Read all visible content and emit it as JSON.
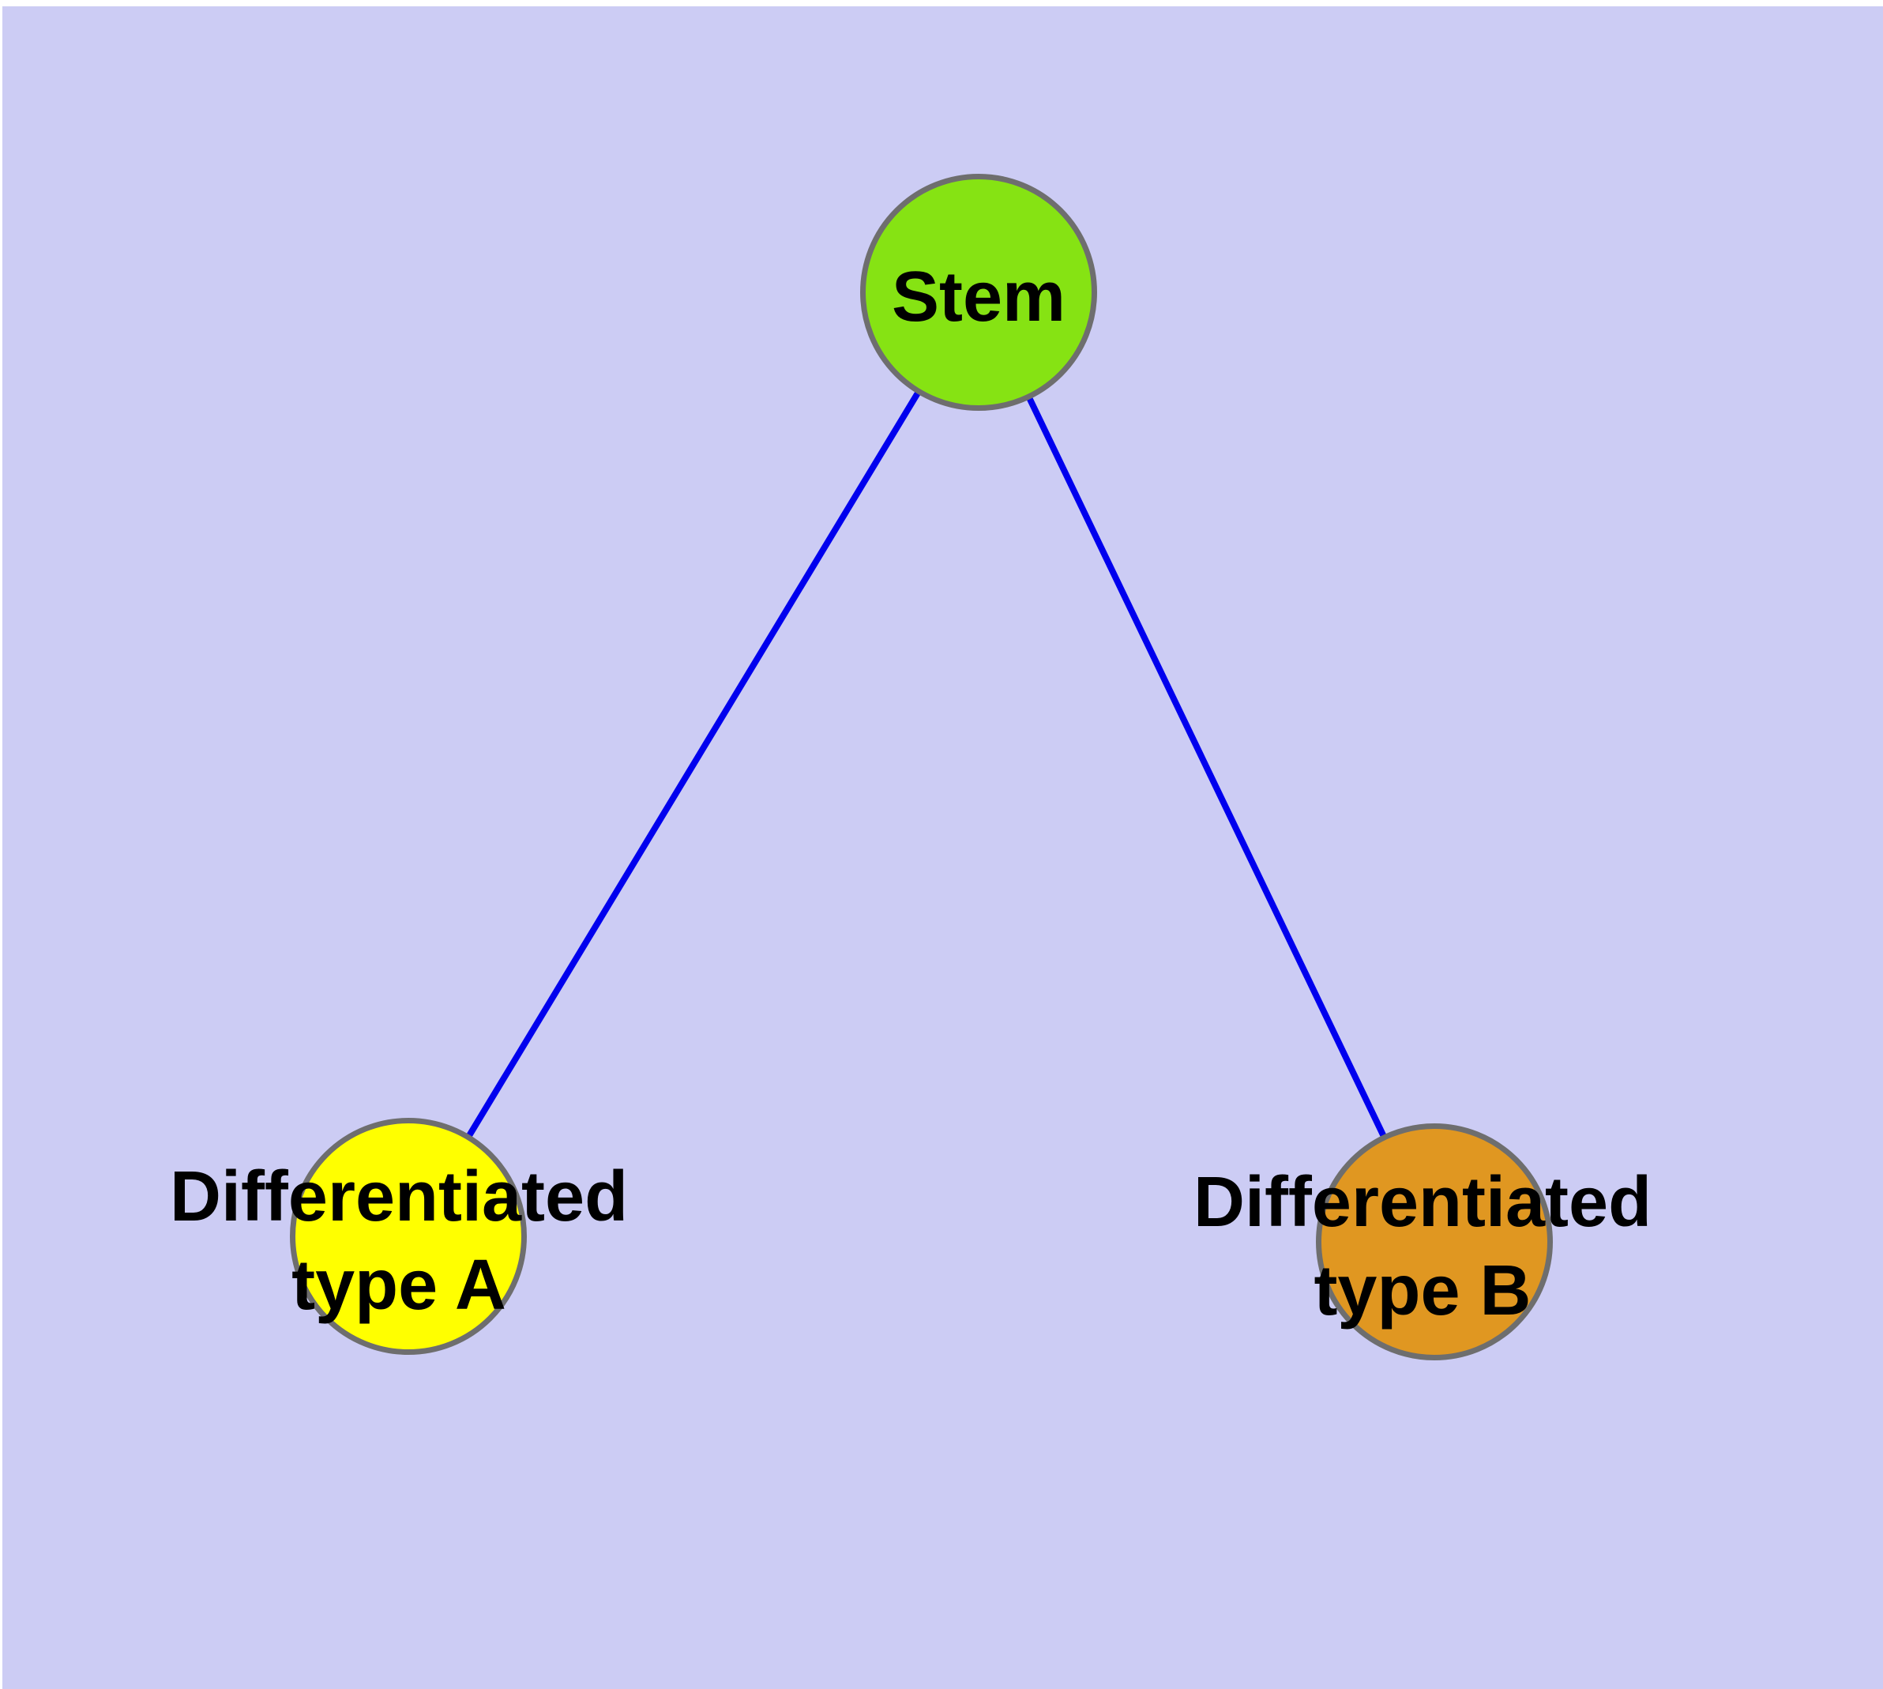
{
  "colors": {
    "page_margin": "#FFFFFF",
    "background": "#CCCCF4",
    "node_border": "#6E6E6E",
    "edge": "#0000EE",
    "label_text": "#000000",
    "stem_fill": "#86E313",
    "type_a_fill": "#FFFF00",
    "type_b_fill": "#E09721"
  },
  "nodes": {
    "stem": {
      "label": "Stem"
    },
    "type_a": {
      "label_line1": "Differentiated",
      "label_line2": "type A"
    },
    "type_b": {
      "label_line1": "Differentiated",
      "label_line2": "type B"
    }
  },
  "edges": [
    {
      "from": "Stem",
      "to": "Differentiated type A"
    },
    {
      "from": "Stem",
      "to": "Differentiated type B"
    }
  ]
}
